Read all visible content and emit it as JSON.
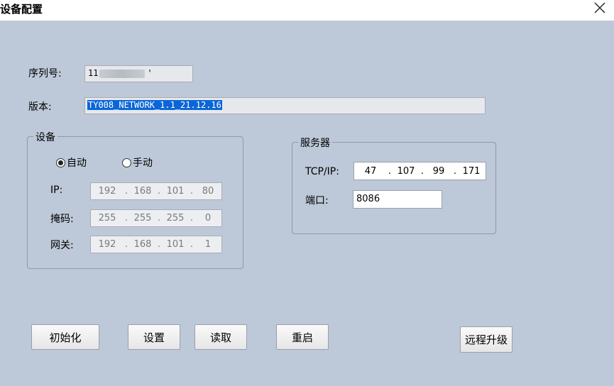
{
  "window": {
    "title": "设备配置",
    "close_glyph": "✕"
  },
  "serial": {
    "label": "序列号:",
    "value_prefix": "11",
    "value_suffix": "'"
  },
  "version": {
    "label": "版本:",
    "value": "TY008_NETWORK_1.1_21.12.16"
  },
  "device_group": {
    "legend": "设备",
    "radio_auto": {
      "label": "自动",
      "checked": true
    },
    "radio_manual": {
      "label": "手动",
      "checked": false
    },
    "ip": {
      "label": "IP:",
      "octets": [
        "192",
        "168",
        "101",
        "80"
      ]
    },
    "mask": {
      "label": "掩码:",
      "octets": [
        "255",
        "255",
        "255",
        "0"
      ]
    },
    "gateway": {
      "label": "网关:",
      "octets": [
        "192",
        "168",
        "101",
        "1"
      ]
    }
  },
  "server_group": {
    "legend": "服务器",
    "tcpip": {
      "label": "TCP/IP:",
      "octets": [
        "47",
        "107",
        "99",
        "171"
      ]
    },
    "port": {
      "label": "端口:",
      "value": "8086"
    }
  },
  "buttons": {
    "init": "初始化",
    "set": "设置",
    "read": "读取",
    "restart": "重启",
    "remote_upgrade": "远程升级"
  },
  "ip_separator": "."
}
